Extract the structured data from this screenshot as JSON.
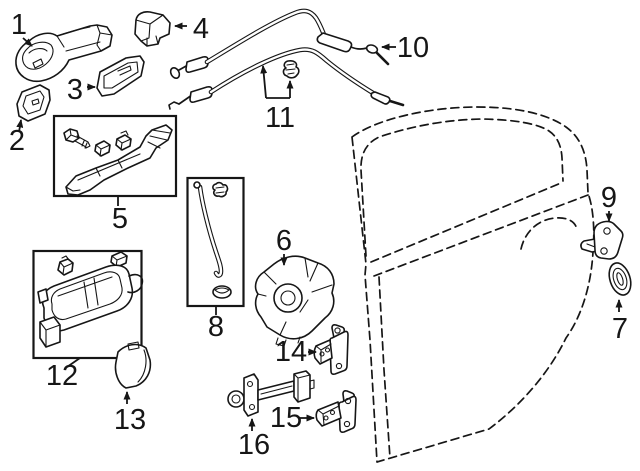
{
  "diagram": {
    "title": "rear-door lock and hardware exploded parts diagram",
    "background_color": "#ffffff",
    "ink_color": "#161616",
    "labels": [
      {
        "text": "1"
      },
      {
        "text": "2"
      },
      {
        "text": "3"
      },
      {
        "text": "4"
      },
      {
        "text": "5"
      },
      {
        "text": "6"
      },
      {
        "text": "7"
      },
      {
        "text": "8"
      },
      {
        "text": "9"
      },
      {
        "text": "10"
      },
      {
        "text": "11"
      },
      {
        "text": "12"
      },
      {
        "text": "13"
      },
      {
        "text": "14"
      },
      {
        "text": "15"
      },
      {
        "text": "16"
      }
    ]
  }
}
